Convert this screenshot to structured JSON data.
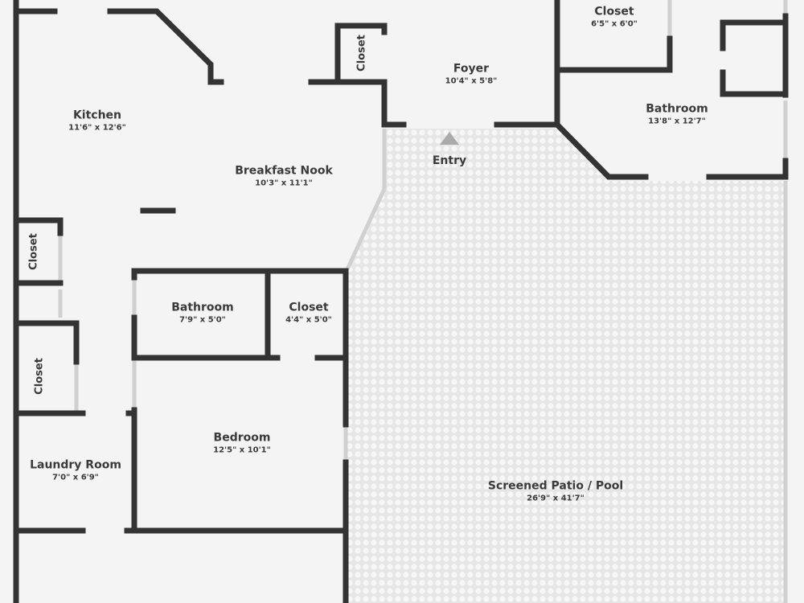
{
  "rooms": {
    "kitchen": {
      "name": "Kitchen",
      "dims": "11'6\" x 12'6\""
    },
    "breakfast_nook": {
      "name": "Breakfast Nook",
      "dims": "10'3\" x 11'1\""
    },
    "foyer": {
      "name": "Foyer",
      "dims": "10'4\" x 5'8\""
    },
    "closet_top": {
      "name": "Closet",
      "dims": "6'5\" x 6'0\""
    },
    "bathroom_main": {
      "name": "Bathroom",
      "dims": "13'8\" x 12'7\""
    },
    "bathroom_small": {
      "name": "Bathroom",
      "dims": "7'9\" x 5'0\""
    },
    "closet_mid": {
      "name": "Closet",
      "dims": "4'4\" x 5'0\""
    },
    "bedroom": {
      "name": "Bedroom",
      "dims": "12'5\" x 10'1\""
    },
    "laundry": {
      "name": "Laundry Room",
      "dims": "7'0\" x 6'9\""
    },
    "patio": {
      "name": "Screened Patio / Pool",
      "dims": "26'9\" x 41'7\""
    }
  },
  "closet_labels": [
    "Closet",
    "Closet",
    "Closet"
  ],
  "entry_label": "Entry",
  "colors": {
    "wall": "#333333",
    "floor": "#f4f4f4",
    "patio": "#e9e9e9",
    "entry_marker": "#aaaaaa"
  }
}
